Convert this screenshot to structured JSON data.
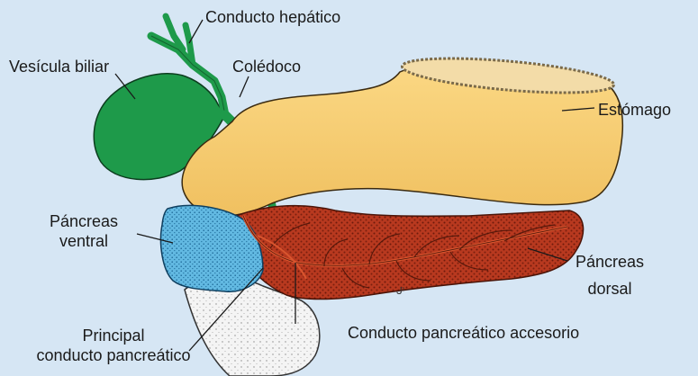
{
  "figure": {
    "labels": {
      "hepatic_duct": "Conducto hepático",
      "gallbladder": "Vesícula biliar",
      "bile_duct": "Colédoco",
      "stomach": "Estómago",
      "ventral_pancreas_line1": "Páncreas",
      "ventral_pancreas_line2": "ventral",
      "dorsal_pancreas_line1": "Páncreas",
      "dorsal_pancreas_line2": "dorsal",
      "main_duct_line1": "Principal",
      "main_duct_line2": "conducto pancreático",
      "accessory_duct": "Conducto pancreático accesorio"
    },
    "colors": {
      "background": "#d6e6f4",
      "gallbladder": "#1e9a4a",
      "stomach": "#f8cf74",
      "dorsal_pancreas": "#b8391f",
      "ventral_pancreas": "#62b9e2",
      "duodenum": "#f4f4f4"
    }
  }
}
